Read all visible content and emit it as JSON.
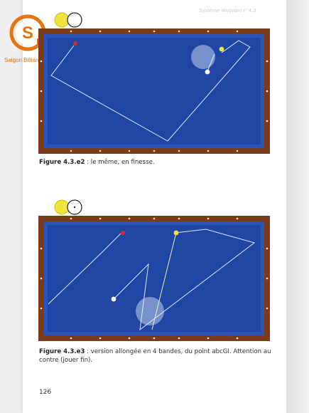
{
  "brand": {
    "logo_text": "Saigon Billiards",
    "logo_letter": "S",
    "accent_color": "#e8740f"
  },
  "running_header": "Système innovant n°4.3",
  "figures": [
    {
      "number": "Figure 4.3.e2",
      "text": " : le même, en finesse."
    },
    {
      "number": "Figure 4.3.e3",
      "text": " : version allongée en 4 bandes, du point abcGI. Attention au contre (jouer fin)."
    }
  ],
  "page_number": "126",
  "colors": {
    "cloth": "#1e46a2",
    "rail": "#7a3a1c",
    "cue_ball": "#f2e33a",
    "object_ball": "#ffffff",
    "red_ball": "#d92a2a",
    "cue_path": "#e6f2d0",
    "contact_zone": "rgba(230,235,255,0.45)"
  },
  "icons": [
    "yellow-ball-icon",
    "white-ball-icon"
  ]
}
